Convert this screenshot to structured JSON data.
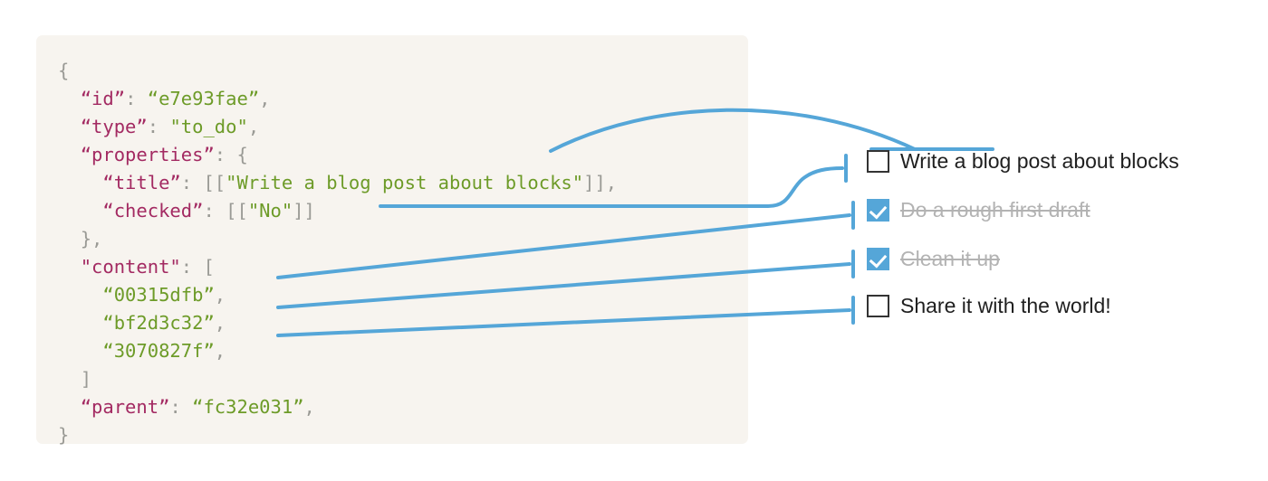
{
  "panel": {
    "background_color": "#f7f4ef",
    "code_lines": [
      {
        "indent": 0,
        "tokens": [
          {
            "t": "punct",
            "v": "{"
          }
        ]
      },
      {
        "indent": 1,
        "tokens": [
          {
            "t": "key",
            "v": "“id”"
          },
          {
            "t": "punct",
            "v": ": "
          },
          {
            "t": "str",
            "v": "“e7e93fae”"
          },
          {
            "t": "punct",
            "v": ","
          }
        ]
      },
      {
        "indent": 1,
        "tokens": [
          {
            "t": "key",
            "v": "“type”"
          },
          {
            "t": "punct",
            "v": ": "
          },
          {
            "t": "str",
            "v": "\"to_do\""
          },
          {
            "t": "punct",
            "v": ","
          }
        ]
      },
      {
        "indent": 1,
        "tokens": [
          {
            "t": "key",
            "v": "“properties”"
          },
          {
            "t": "punct",
            "v": ": {"
          }
        ]
      },
      {
        "indent": 2,
        "tokens": [
          {
            "t": "key",
            "v": "“title”"
          },
          {
            "t": "punct",
            "v": ": [["
          },
          {
            "t": "str",
            "v": "\"Write a blog post about blocks\""
          },
          {
            "t": "punct",
            "v": "]],"
          }
        ]
      },
      {
        "indent": 2,
        "tokens": [
          {
            "t": "key",
            "v": "“checked”"
          },
          {
            "t": "punct",
            "v": ": [["
          },
          {
            "t": "str",
            "v": "\"No\""
          },
          {
            "t": "punct",
            "v": "]]"
          }
        ]
      },
      {
        "indent": 1,
        "tokens": [
          {
            "t": "punct",
            "v": "},"
          }
        ]
      },
      {
        "indent": 1,
        "tokens": [
          {
            "t": "key",
            "v": "\"content\""
          },
          {
            "t": "punct",
            "v": ": ["
          }
        ]
      },
      {
        "indent": 2,
        "tokens": [
          {
            "t": "str",
            "v": "“00315dfb”"
          },
          {
            "t": "punct",
            "v": ","
          }
        ]
      },
      {
        "indent": 2,
        "tokens": [
          {
            "t": "str",
            "v": "“bf2d3c32”"
          },
          {
            "t": "punct",
            "v": ","
          }
        ]
      },
      {
        "indent": 2,
        "tokens": [
          {
            "t": "str",
            "v": "“3070827f”"
          },
          {
            "t": "punct",
            "v": ","
          }
        ]
      },
      {
        "indent": 1,
        "tokens": [
          {
            "t": "punct",
            "v": "]"
          }
        ]
      },
      {
        "indent": 1,
        "tokens": [
          {
            "t": "key",
            "v": "“parent”"
          },
          {
            "t": "punct",
            "v": ": "
          },
          {
            "t": "str",
            "v": "“fc32e031”"
          },
          {
            "t": "punct",
            "v": ","
          }
        ]
      },
      {
        "indent": 0,
        "tokens": [
          {
            "t": "punct",
            "v": "}"
          }
        ]
      }
    ],
    "syntax_colors": {
      "key": "#a32a62",
      "string": "#6d9b28",
      "punctuation": "#9a9a95"
    }
  },
  "checklist": {
    "accent_color": "#55a6d8",
    "items": [
      {
        "label": "Write a blog post about blocks",
        "checked": false,
        "struck": false
      },
      {
        "label": "Do a rough first draft",
        "checked": true,
        "struck": true
      },
      {
        "label": "Clean it up",
        "checked": true,
        "struck": true
      },
      {
        "label": "Share it with the world!",
        "checked": false,
        "struck": false
      }
    ]
  },
  "connectors": {
    "color": "#55a6d8",
    "stroke_width": 4,
    "descriptions": [
      "title-value curves up and over to underline above first item label",
      "checked-value runs right then s-curves up into first checkbox",
      "content[0] 00315dfb connects to second item checkbox",
      "content[1] bf2d3c32 connects to third item checkbox",
      "content[2] 3070827f connects to fourth item checkbox"
    ]
  }
}
